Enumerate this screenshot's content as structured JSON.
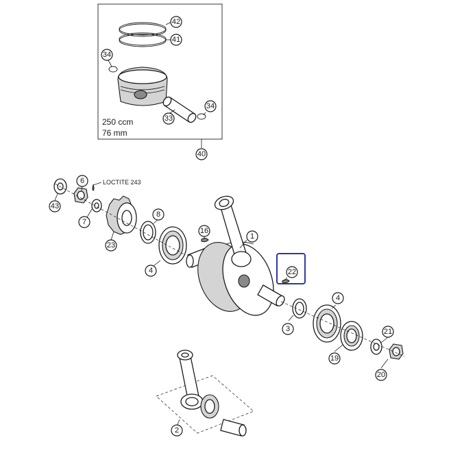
{
  "inset": {
    "displacement": "250 ccm",
    "bore": "76 mm"
  },
  "loctite_label": "LOCTITE 243",
  "callouts": {
    "c42": "42",
    "c41": "41",
    "c34a": "34",
    "c34b": "34",
    "c33": "33",
    "c40": "40",
    "c6": "6",
    "c43": "43",
    "c7": "7",
    "c23": "23",
    "c8": "8",
    "c4a": "4",
    "c16": "16",
    "c1": "1",
    "c22": "22",
    "c4b": "4",
    "c3": "3",
    "c19": "19",
    "c21": "21",
    "c20": "20",
    "c2": "2"
  },
  "highlight_color": "#2b3a9e"
}
